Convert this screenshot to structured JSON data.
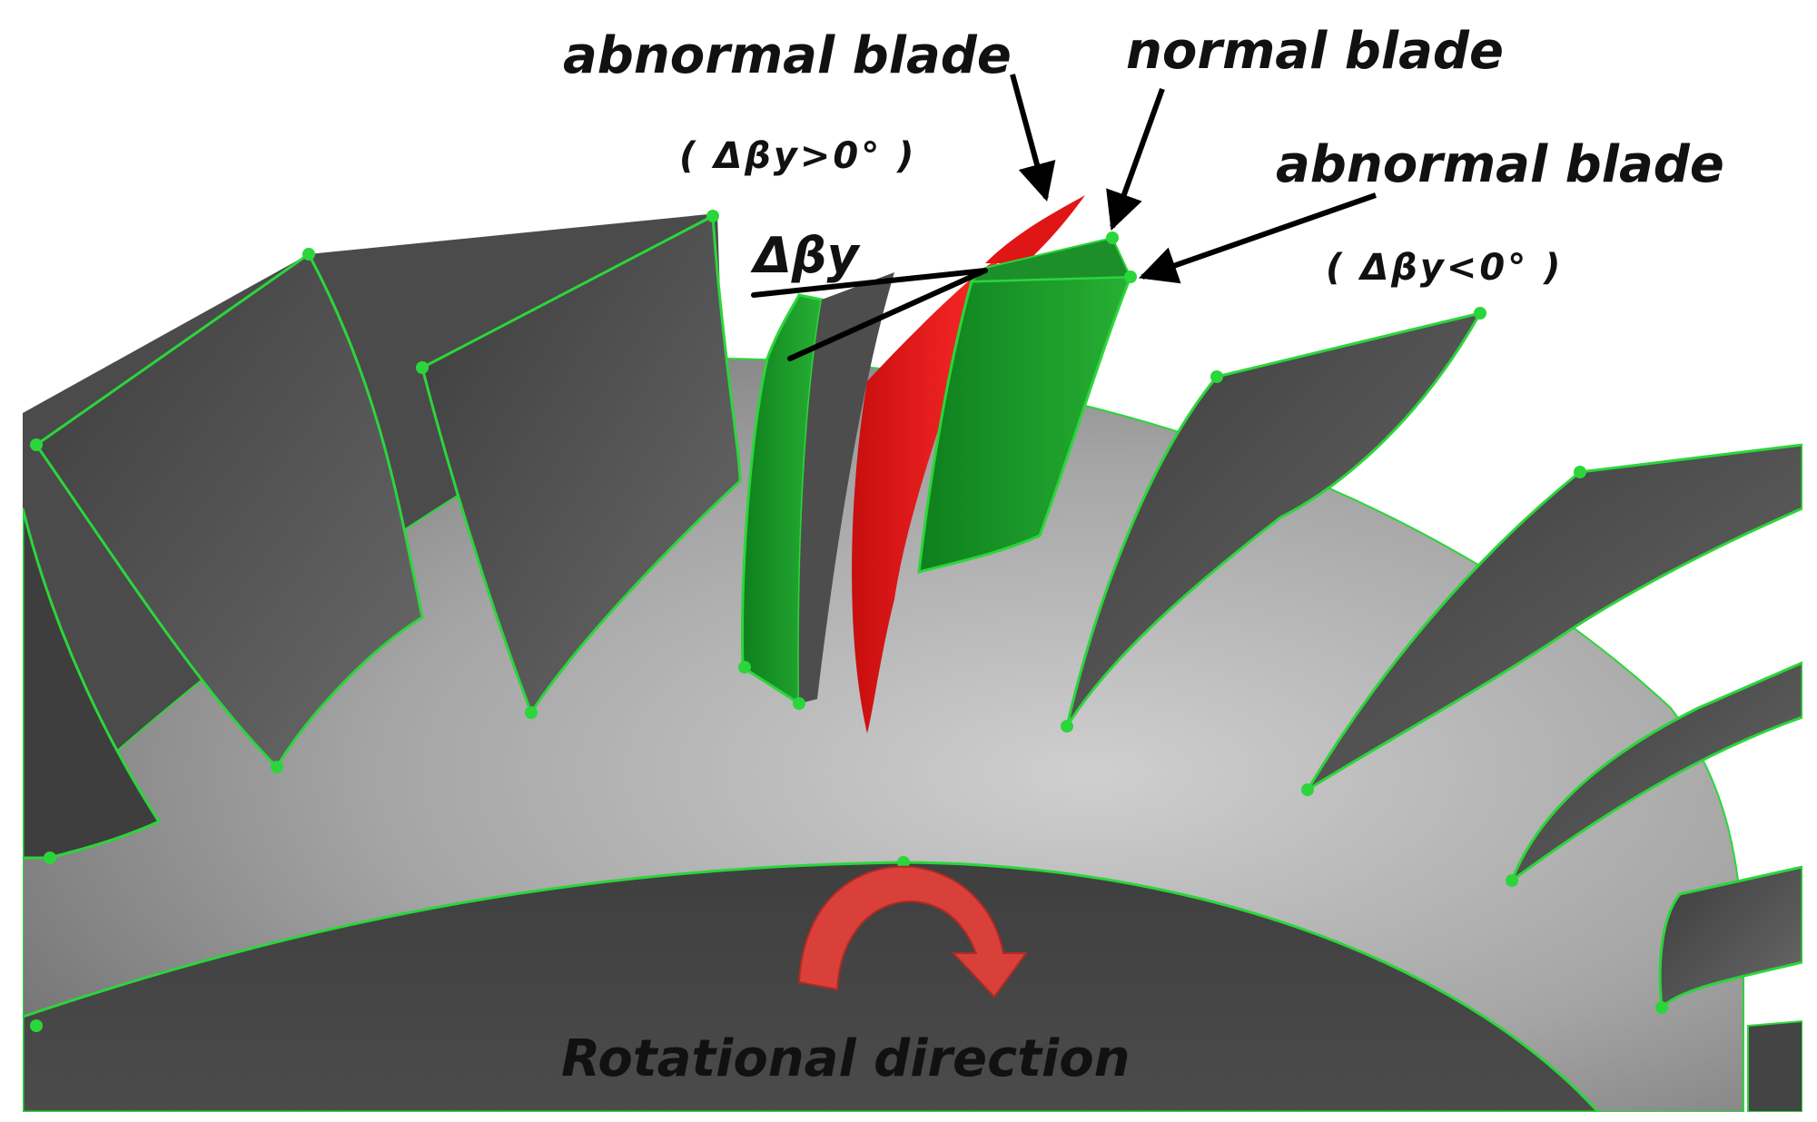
{
  "labels": {
    "abnormal_positive": "abnormal blade",
    "abnormal_positive_condition": "( Δβy>0° )",
    "normal": "normal blade",
    "abnormal_negative": "abnormal blade",
    "abnormal_negative_condition": "( Δβy<0° )",
    "delta": "Δβy",
    "rotation": "Rotational direction"
  },
  "colors": {
    "blade_normal": "#1a9e2a",
    "blade_abnormal": "#e01515",
    "blade_gray": "#4a4a4a",
    "hub": "#a9a9a9",
    "disk_dark": "#474747",
    "edge_green": "#2bd63a",
    "arrow_rotation": "#d9403a"
  }
}
